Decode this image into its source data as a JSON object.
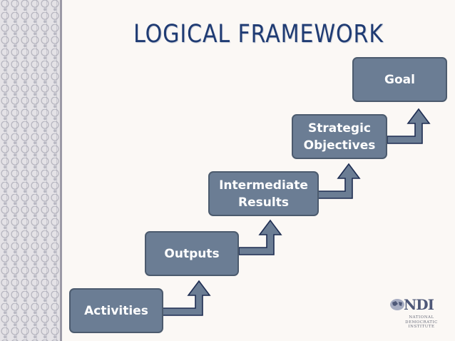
{
  "title": "LOGICAL FRAMEWORK",
  "steps": [
    {
      "label": "Activities"
    },
    {
      "label": "Outputs"
    },
    {
      "label": "Intermediate Results"
    },
    {
      "label": "Strategic Objectives"
    },
    {
      "label": "Goal"
    }
  ],
  "logo": {
    "wordmark": "NDI",
    "subtitle_lines": [
      "NATIONAL",
      "DEMOCRATIC",
      "INSTITUTE"
    ]
  },
  "colors": {
    "title": "#1f3b73",
    "box_fill": "#6b7d94",
    "arrow_fill": "#6b7d94",
    "arrow_stroke": "#1e2d52"
  },
  "icons": [
    "ndi-globe-icon"
  ]
}
